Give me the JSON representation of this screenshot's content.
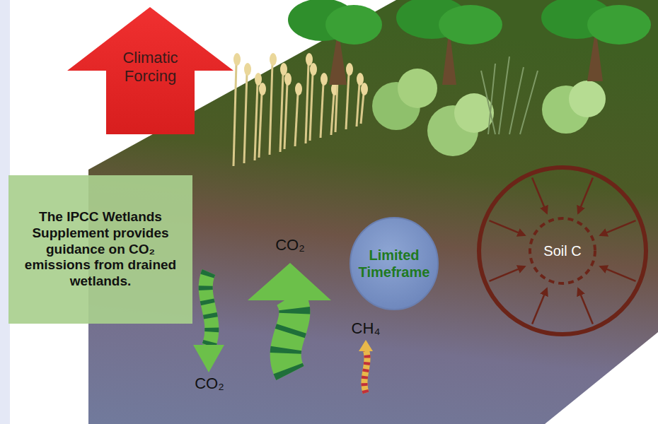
{
  "diagram": {
    "nodes": [
      {
        "text": [
          "Climatic Forcing"
        ]
      },
      {
        "text": [
          "The IPCC Wetlands Supplement provides guidance on CO₂ emissions from drained wetlands."
        ]
      },
      {
        "text": [
          "Limited Timeframe"
        ]
      },
      {
        "text": [
          "Soil C"
        ]
      }
    ],
    "labels": [
      "CO₂",
      "CH₄",
      "CO₂"
    ]
  }
}
